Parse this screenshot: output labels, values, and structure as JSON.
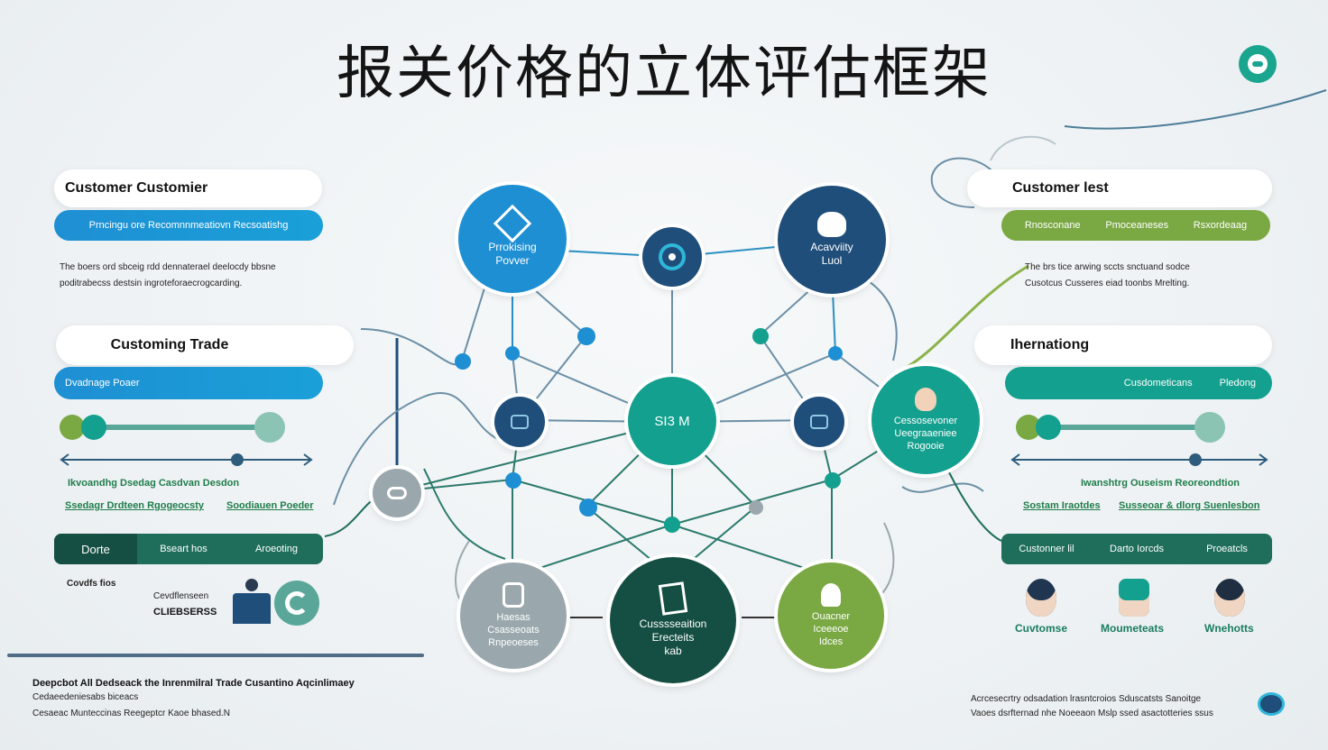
{
  "title": "报关价格的立体评估框架",
  "left": {
    "card1_title": "Customer Customier",
    "card1_bar": "Prncingu ore Recomnnmeatiovn Recsoatishg",
    "card1_note_line1": "The boers ord sbceig rdd dennaterael deelocdy bbsne",
    "card1_note_line2": "poditrabecss destsin ingroteforaecrogcarding.",
    "card2_title": "Customing Trade",
    "card2_bar": "Dvadnage Poaer",
    "link1": "Ikvoandhg Dsedag Casdvan Desdon",
    "link2a": "Ssedagr Drdteen Rgogeocsty",
    "link2b": "Soodiauen Poeder",
    "tabs": [
      "Dorte",
      "Bseart hos",
      "Aroeoting"
    ],
    "small1": "Covdfs fios",
    "small2": "Cevdflenseen",
    "small3": "CLIEBSERSS"
  },
  "right": {
    "card1_title": "Customer lest",
    "card1_bar": [
      "Rnosconane",
      "Pmoceaneses",
      "Rsxordeaag"
    ],
    "card1_note_line1": "The brs tice arwing sccts snctuand sodce",
    "card1_note_line2": "Cusotcus Cusseres eiad toonbs Mrelting.",
    "card2_title": "Ihernationg",
    "card2_bar": [
      "Cusdometicans",
      "Pledong"
    ],
    "link1": "Iwanshtrg Ouseism Reoreondtion",
    "link2a": "Sostam Iraotdes",
    "link2b": "Susseoar & dlorg Suenlesbon",
    "tabs": [
      "Custonner lil",
      "Darto Iorcds",
      "Proeatcls"
    ],
    "avatars": [
      "Cuvtomse",
      "Moumeteats",
      "Wnehotts"
    ]
  },
  "nodes": {
    "top_left": "Prrokising\nPovver",
    "top_right": "Acavviity\nLuol",
    "center": "SI3 M",
    "right_mid": "Cessosevoner\nUeegraaeniee\nRogooie",
    "bottom_left": "Haesas\nCsasseoats\nRnpeoeses",
    "bottom_center": "Cusssseaition\nErecteits\nkab",
    "bottom_right": "Ouacner\nIceeeoe\nIdces"
  },
  "footer": {
    "left_line1": "Deepcbot All Dedseack the Inrenmilral Trade Cusantino Aqcinlimaey",
    "left_line2": "Cedaeedeniesabs biceacs",
    "left_line3": "Cesaeac Munteccinas Reegeptcr Kaoe bhased.N",
    "right_line1": "Acrcesecrtry odsadation lrasntcroios Sduscatsts Sanoitge",
    "right_line2": "Vaoes dsrfternad nhe Noeeaon Mslp ssed asactotteries ssus"
  },
  "colors": {
    "blue": "#1e8fd3",
    "navy": "#1f4e7a",
    "teal": "#13a08e",
    "green": "#7aa843",
    "dark_teal": "#154f43",
    "gray": "#9aa8ad"
  }
}
